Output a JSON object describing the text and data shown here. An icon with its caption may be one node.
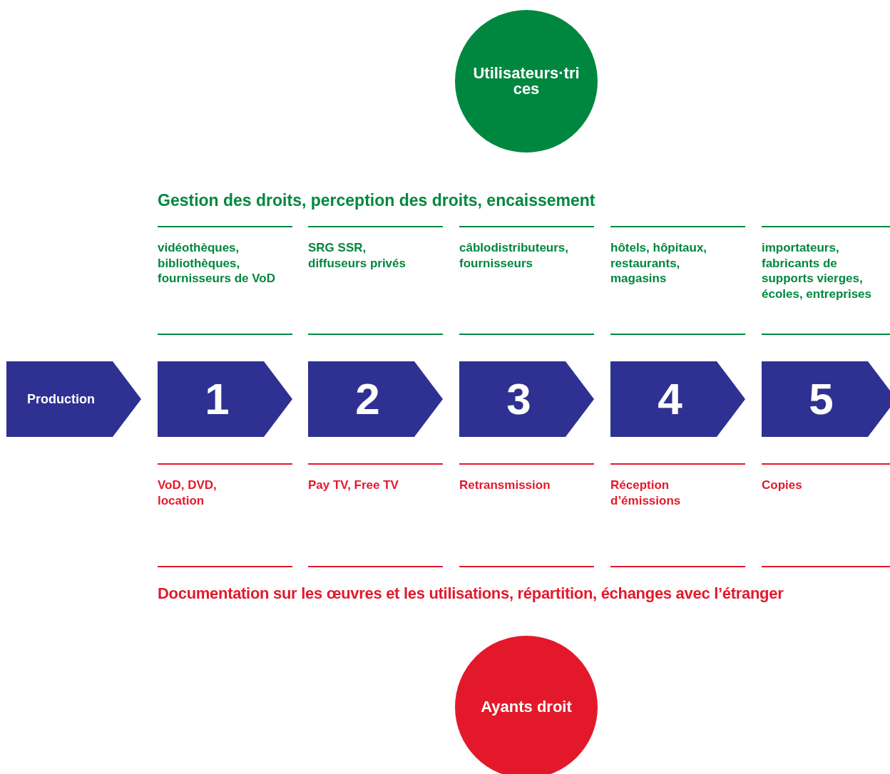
{
  "diagram": {
    "nodes": [
      {
        "text": [
          "Utilisateurs·trices"
        ]
      },
      {
        "text": [
          "Production"
        ]
      },
      {
        "text": [
          "1"
        ]
      },
      {
        "text": [
          "2"
        ]
      },
      {
        "text": [
          "3"
        ]
      },
      {
        "text": [
          "4"
        ]
      },
      {
        "text": [
          "5"
        ]
      },
      {
        "text": [
          "Ayants droit"
        ]
      }
    ],
    "labels": [
      "Gestion des droits, perception des droits, encaissement",
      "vidéothèques, bibliothèques, fournisseurs de VoD",
      "SRG SSR, diffuseurs privés",
      "câblodistributeurs, fournisseurs",
      "hôtels, hôpitaux, restaurants, magasins",
      "importateurs, fabricants de supports vierges, écoles, entreprises",
      "VoD, DVD, location",
      "Pay TV, Free TV",
      "Retransmission",
      "Réception d’émissions",
      "Copies",
      "Documentation sur les œuvres et les utilisations, répartition, échanges avec l’étranger"
    ]
  }
}
